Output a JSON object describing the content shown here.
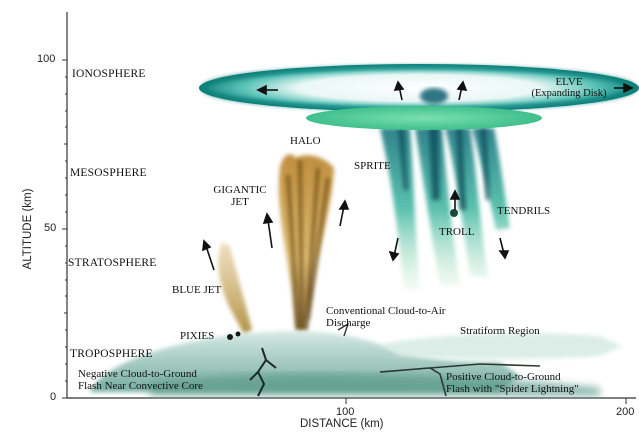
{
  "axes": {
    "y_title": "ALTITUDE (km)",
    "x_title": "DISTANCE (km)",
    "y_ticks": [
      "100",
      "50",
      "0"
    ],
    "x_ticks": [
      "100",
      "200"
    ]
  },
  "layers": {
    "ionosphere": "IONOSPHERE",
    "mesosphere": "MESOSPHERE",
    "stratosphere": "STRATOSPHERE",
    "troposphere": "TROPOSPHERE"
  },
  "phenomena": {
    "elve_line1": "ELVE",
    "elve_line2": "(Expanding Disk)",
    "halo": "HALO",
    "sprite": "SPRITE",
    "gigantic_jet_line1": "GIGANTIC",
    "gigantic_jet_line2": "JET",
    "tendrils": "TENDRILS",
    "troll": "TROLL",
    "blue_jet": "BLUE JET",
    "pixies": "PIXIES",
    "cloud_to_air_line1": "Conventional Cloud-to-Air",
    "cloud_to_air_line2": "Discharge",
    "stratiform": "Stratiform Region",
    "negative_cg_line1": "Negative Cloud-to-Ground",
    "negative_cg_line2": "Flash Near Convective Core",
    "positive_cg_line1": "Positive Cloud-to-Ground",
    "positive_cg_line2": "Flash with \"Spider Lightning\""
  },
  "colors": {
    "elve": "#2aa7a0",
    "sprite": "#36b88a",
    "gigantic_jet": "#c79a2a",
    "blue_jet": "#c9a04a",
    "cloud": "#8fbfb0"
  }
}
